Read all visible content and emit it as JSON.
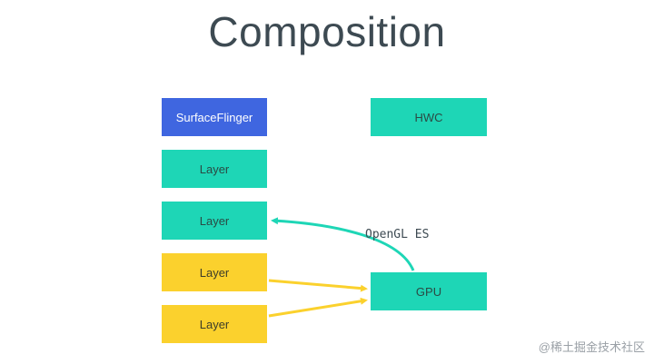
{
  "slide": {
    "title": "Composition"
  },
  "diagram": {
    "nodes": {
      "surfaceflinger": "SurfaceFlinger",
      "hwc": "HWC",
      "layer_1": "Layer",
      "layer_2": "Layer",
      "layer_3": "Layer",
      "layer_4": "Layer",
      "gpu": "GPU"
    },
    "edge_label": "OpenGL ES",
    "colors": {
      "teal": "#1ed6b6",
      "blue": "#3f66e0",
      "yellow": "#fbd12d",
      "title_text": "#3d4a52"
    }
  },
  "watermark": "@稀土掘金技术社区"
}
